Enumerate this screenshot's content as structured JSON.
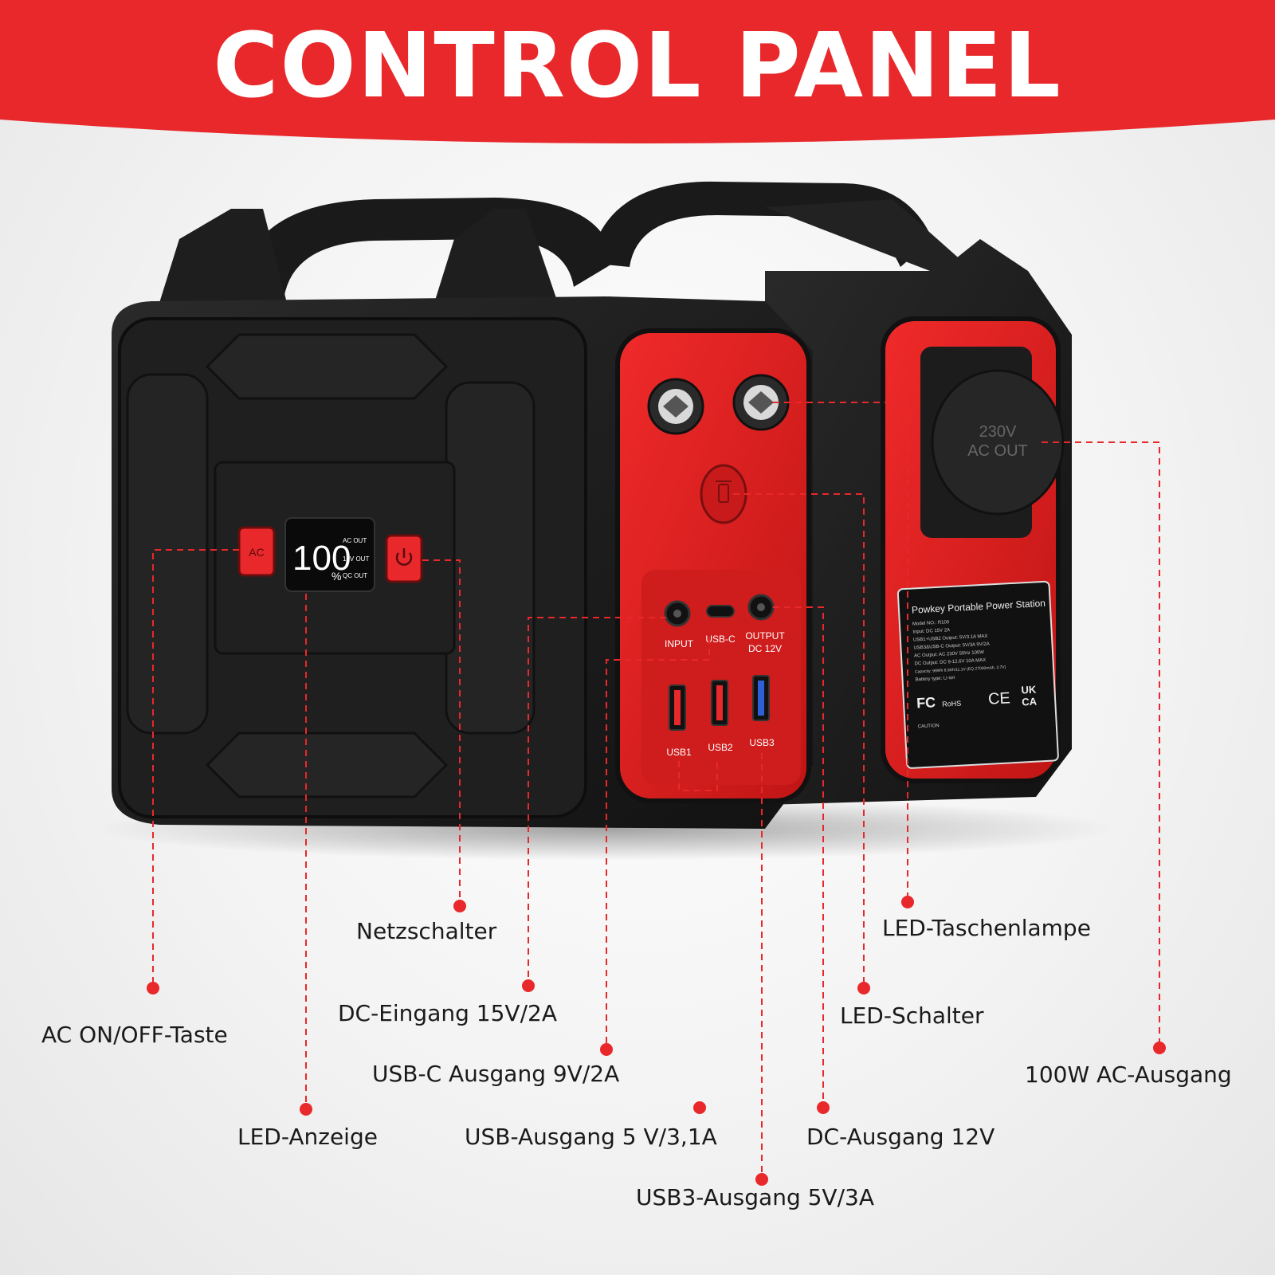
{
  "banner": {
    "title": "CONTROL PANEL",
    "color": "#e8282b"
  },
  "device": {
    "ac_button": "AC",
    "display": {
      "percent": "100",
      "percent_sign": "%",
      "indicators": [
        "AC OUT",
        "12V OUT",
        "QC OUT"
      ]
    },
    "power_button_icon": "power-icon",
    "flashlight_icon": "flashlight-icon",
    "ports": {
      "input": "INPUT",
      "usb_c": "USB-C",
      "output_dc": "OUTPUT",
      "output_dc_2": "DC 12V",
      "usb1": "USB1",
      "usb2": "USB2",
      "usb3": "USB3"
    },
    "ac_socket": [
      "230V",
      "AC OUT"
    ],
    "label_plate": {
      "title": "Powkey Portable Power Station",
      "lines": [
        "Model NO.: R100",
        "Input: DC 15V 2A",
        "USB1+USB2 Output: 5V/3.1A MAX",
        "USB3&USB-C Output: 5V/3A 9V/2A",
        "AC Output: AC 230V 50Hz 100W",
        "DC Output: DC 9-12.6V 10A MAX",
        "Capacity: 99Wh 8.9Ah/11.1V (EQ 27000mAh, 3.7V)",
        "Battery type: Li-ion"
      ],
      "marks": [
        "FC",
        "RoHS",
        "CE",
        "UK",
        "CA"
      ],
      "caution": "CAUTION"
    }
  },
  "callouts": [
    {
      "id": "netzschalter",
      "text": "Netzschalter"
    },
    {
      "id": "ac-onoff",
      "text": "AC ON/OFF-Taste"
    },
    {
      "id": "dc-eingang",
      "text": "DC-Eingang 15V/2A"
    },
    {
      "id": "usbc-ausgang",
      "text": "USB-C Ausgang 9V/2A"
    },
    {
      "id": "led-anzeige",
      "text": "LED-Anzeige"
    },
    {
      "id": "usb-ausgang",
      "text": "USB-Ausgang 5 V/3,1A"
    },
    {
      "id": "usb3-ausgang",
      "text": "USB3-Ausgang 5V/3A"
    },
    {
      "id": "led-taschenlampe",
      "text": "LED-Taschenlampe"
    },
    {
      "id": "led-schalter",
      "text": "LED-Schalter"
    },
    {
      "id": "dc-ausgang",
      "text": "DC-Ausgang 12V"
    },
    {
      "id": "ac-ausgang",
      "text": "100W AC-Ausgang"
    }
  ],
  "colors": {
    "accent": "#e8282b",
    "device_body": "#1c1c1c",
    "panel_red": "#d81f1f"
  }
}
